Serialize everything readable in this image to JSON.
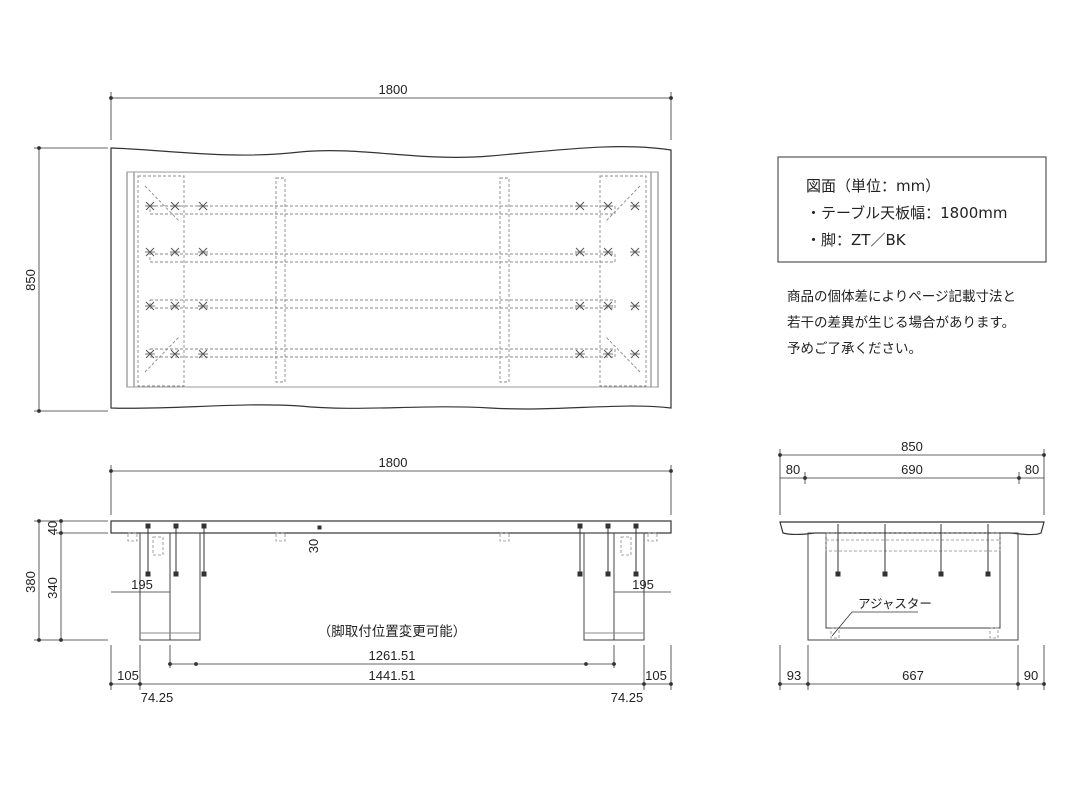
{
  "info_box": {
    "line1": "図面（単位：mm）",
    "line2": "・テーブル天板幅：1800mm",
    "line3": "・脚：ZT／BK"
  },
  "notice": {
    "line1": "商品の個体差によりページ記載寸法と",
    "line2": "若干の差異が生じる場合があります。",
    "line3": "予めご了承ください。"
  },
  "plan_view": {
    "width_dim": "1800",
    "depth_dim": "850"
  },
  "front_view": {
    "width_dim": "1800",
    "top_thickness_dim": "40",
    "total_height_dim": "380",
    "leg_height_dim": "340",
    "offset_dim": "30",
    "leg_left_dim": "195",
    "leg_right_dim": "195",
    "mount_note": "（脚取付位置変更可能）",
    "inner_span_dim": "1261.51",
    "outer_span_dim": "1441.51",
    "left_overhang_dim": "105",
    "right_overhang_dim": "105",
    "left_leg_offset_dim": "74.25",
    "right_leg_offset_dim": "74.25"
  },
  "side_view": {
    "depth_dim": "850",
    "left_margin_dim": "80",
    "center_dim": "690",
    "right_margin_dim": "80",
    "adjuster_label": "アジャスター",
    "foot_left_dim": "93",
    "foot_span_dim": "667",
    "foot_right_dim": "90"
  },
  "colors": {
    "line": "#333333",
    "hidden": "#8a8a8a",
    "background": "#ffffff"
  }
}
